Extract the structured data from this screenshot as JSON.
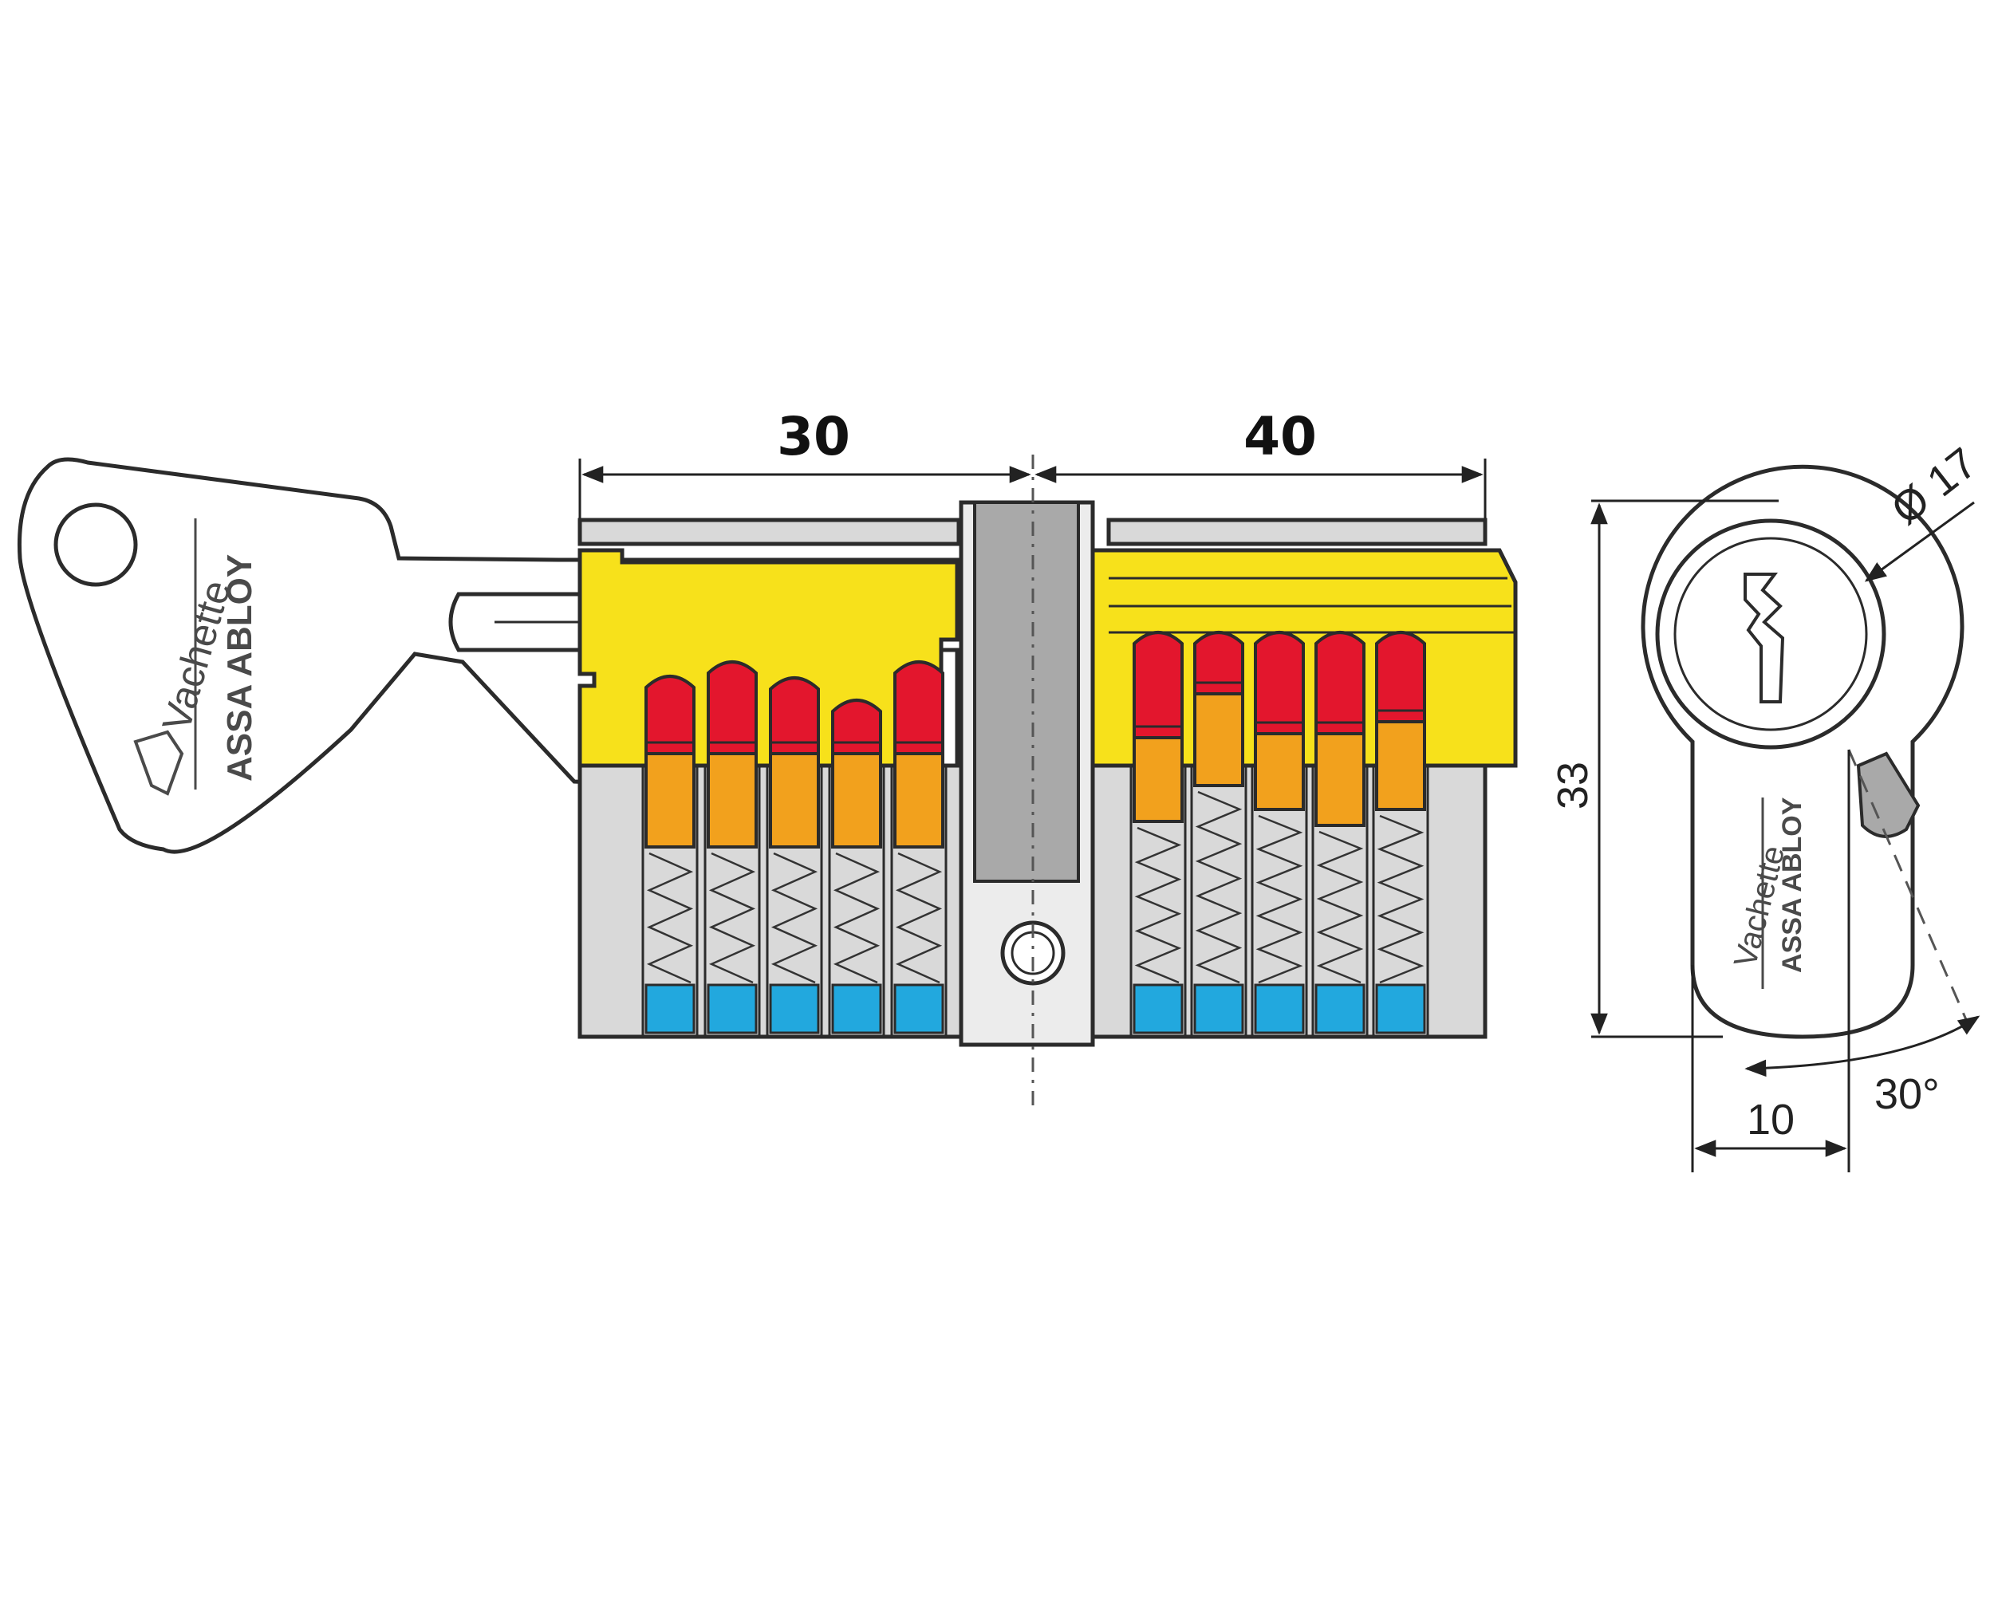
{
  "dimensions": {
    "left_length": "30",
    "right_length": "40",
    "height": "33",
    "diameter": "Ø 17",
    "cam_offset": "10",
    "cam_angle": "30°"
  },
  "branding": {
    "name": "Vachette",
    "parent": "ASSA ABLOY"
  },
  "colors": {
    "outline": "#2b2b2b",
    "body_grey": "#d9d9d9",
    "plug_yellow": "#f7e11b",
    "driver_pin_red": "#e3162d",
    "key_pin_orange": "#f2a11d",
    "spring_base_blue": "#22a8de",
    "cam_grey": "#a9a9a9"
  },
  "pins": {
    "left_stack_count": 5,
    "right_stack_count": 5
  }
}
